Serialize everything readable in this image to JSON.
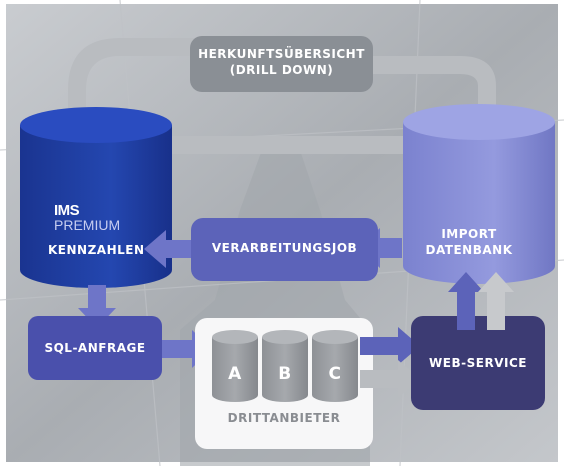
{
  "top_box": {
    "line1": "HERKUNFTSÜBERSICHT",
    "line2": "(DRILL DOWN)"
  },
  "left_db": {
    "logo_ims": "IMS",
    "logo_premium": "PREMIUM",
    "label": "KENNZAHLEN"
  },
  "right_db": {
    "line1": "IMPORT",
    "line2": "DATENBANK"
  },
  "middle_box": {
    "label": "VERARBEITUNGSJOB"
  },
  "sql_box": {
    "label": "SQL-ANFRAGE"
  },
  "web_box": {
    "label": "WEB-SERVICE"
  },
  "third_party": {
    "cylinders": [
      "A",
      "B",
      "C"
    ],
    "label": "DRITTANBIETER"
  },
  "colors": {
    "dark_blue": "#1d3a99",
    "mid_blue": "#5560b6",
    "light_blue": "#8d93d8",
    "navy": "#3c3b73",
    "grey_box": "#8a8f95",
    "arrow_grey": "#b9bcc0"
  }
}
